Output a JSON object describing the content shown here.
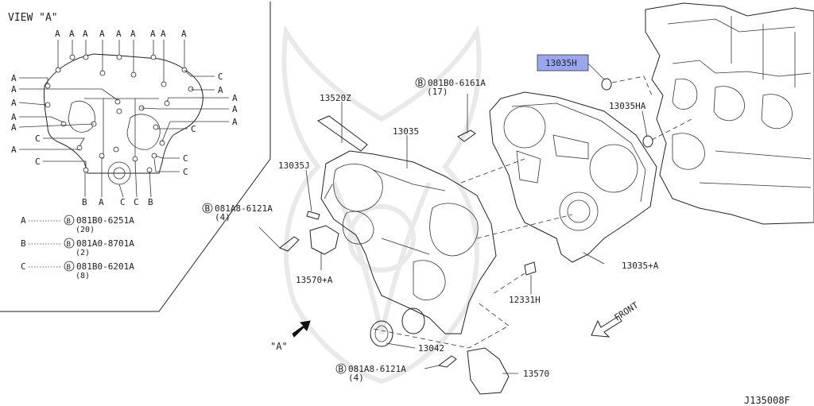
{
  "view_label": "VIEW \"A\"",
  "view_marker": "\"A\"",
  "top_letters": [
    "A",
    "A",
    "A",
    "A",
    "A",
    "A",
    "A",
    "A",
    "A"
  ],
  "left_letters": [
    "A",
    "A",
    "A",
    "A",
    "A",
    "C",
    "A",
    "C"
  ],
  "right_letters": [
    "C",
    "A",
    "A",
    "A",
    "C",
    "A",
    "C",
    "C"
  ],
  "bottom_letters": [
    "B",
    "A",
    "C",
    "C",
    "B"
  ],
  "legend": [
    {
      "key": "A",
      "part": "081B0-6251A",
      "qty": "(20)"
    },
    {
      "key": "B",
      "part": "081A0-8701A",
      "qty": "(2)"
    },
    {
      "key": "C",
      "part": "081B0-6201A",
      "qty": "(8)"
    }
  ],
  "bolt_symbol": "B",
  "callouts": {
    "p13520z": "13520Z",
    "p13035": "13035",
    "p13035j": "13035J",
    "p13035h": "13035H",
    "p13035ha": "13035HA",
    "p13035a": "13035+A",
    "p13570a": "13570+A",
    "p12331h": "12331H",
    "p13042": "13042",
    "p13570": "13570",
    "bolt1_part": "081B0-6161A",
    "bolt1_qty": "(17)",
    "bolt2_part": "081A8-6121A",
    "bolt2_qty": "(4)",
    "bolt3_part": "081A8-6121A",
    "bolt3_qty": "(4)"
  },
  "front_label": "FRONT",
  "diagram_code": "J135008F",
  "colors": {
    "highlight": "#9aa6ee",
    "line": "#222222",
    "watermark": "#e9e9e9"
  }
}
